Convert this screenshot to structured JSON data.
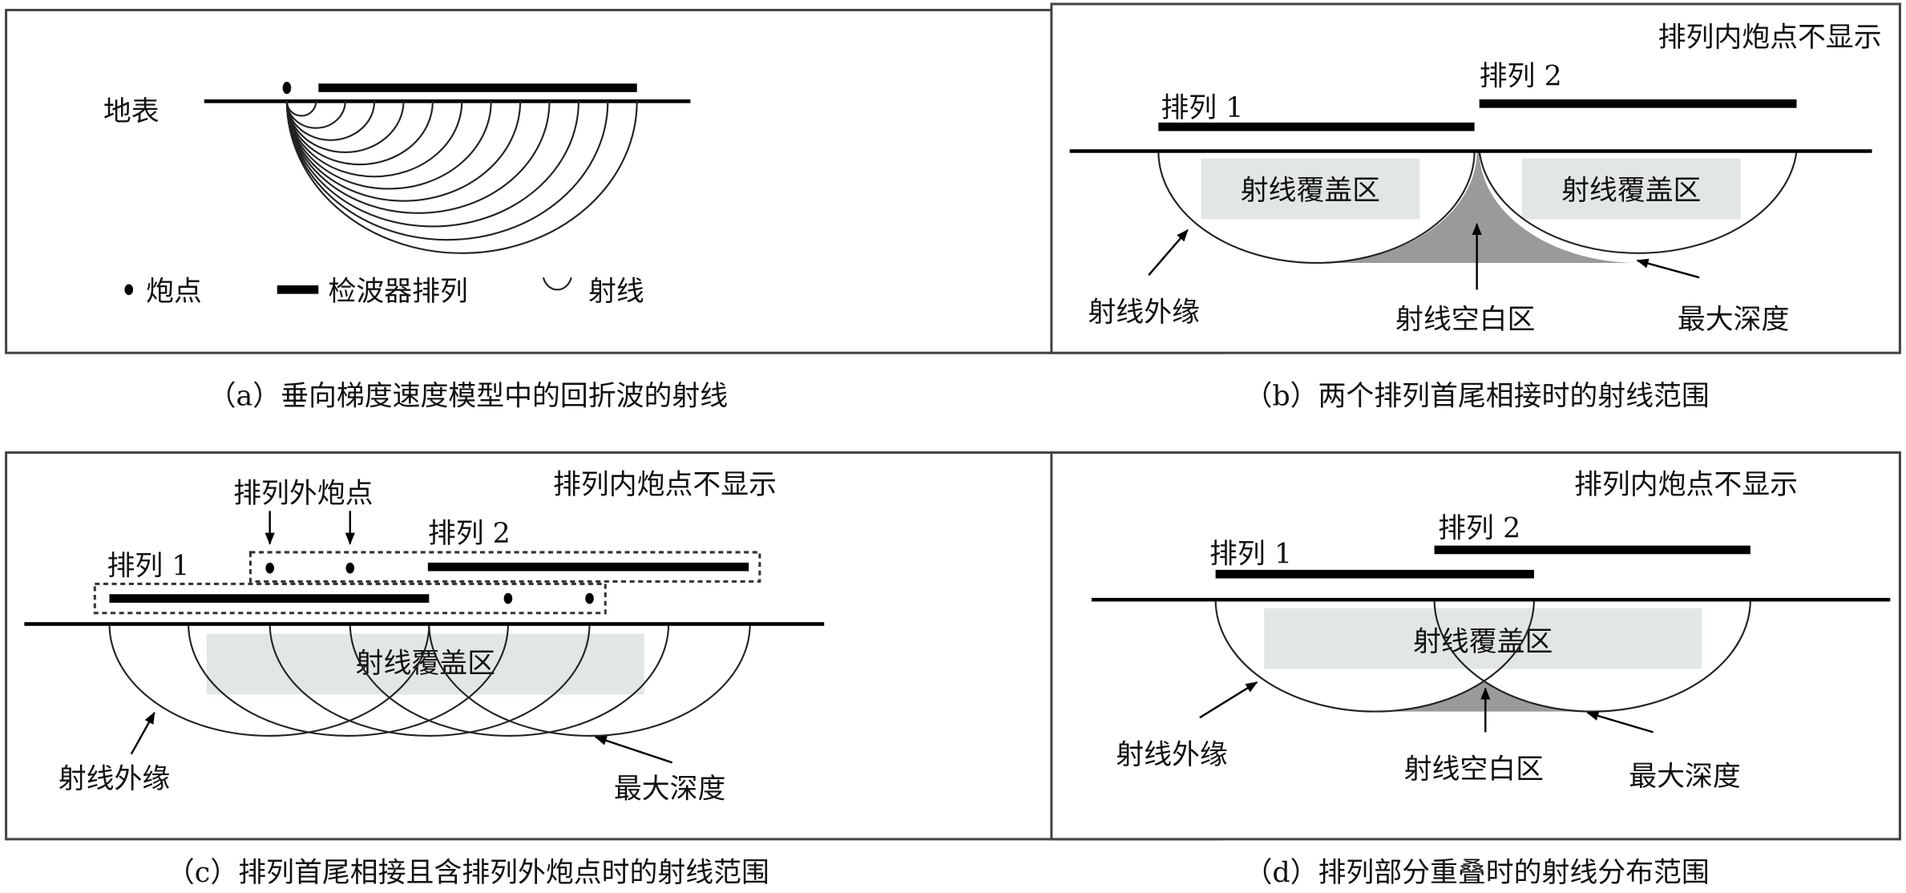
{
  "panel_a": {
    "surface": "地表",
    "legend": {
      "shot": "炮点",
      "receiver_array": "检波器排列",
      "ray": "射线"
    },
    "caption": "（a）垂向梯度速度模型中的回折波的射线"
  },
  "panel_b": {
    "note": "排列内炮点不显示",
    "array1": "排列 1",
    "array2": "排列 2",
    "coverage1": "射线覆盖区",
    "coverage2": "射线覆盖区",
    "ray_edge": "射线外缘",
    "blank_zone": "射线空白区",
    "max_depth": "最大深度",
    "caption": "（b）两个排列首尾相接时的射线范围"
  },
  "panel_c": {
    "note": "排列内炮点不显示",
    "outside_shots": "排列外炮点",
    "array1": "排列 1",
    "array2": "排列 2",
    "coverage": "射线覆盖区",
    "ray_edge": "射线外缘",
    "max_depth": "最大深度",
    "caption": "（c）排列首尾相接且含排列外炮点时的射线范围"
  },
  "panel_d": {
    "note": "排列内炮点不显示",
    "array1": "排列 1",
    "array2": "排列 2",
    "coverage": "射线覆盖区",
    "ray_edge": "射线外缘",
    "blank_zone": "射线空白区",
    "max_depth": "最大深度",
    "caption": "（d）排列部分重叠时的射线分布范围"
  },
  "colors": {
    "coverage": "#e3e6e6",
    "blank": "#9a9a9a",
    "line": "#000000"
  }
}
